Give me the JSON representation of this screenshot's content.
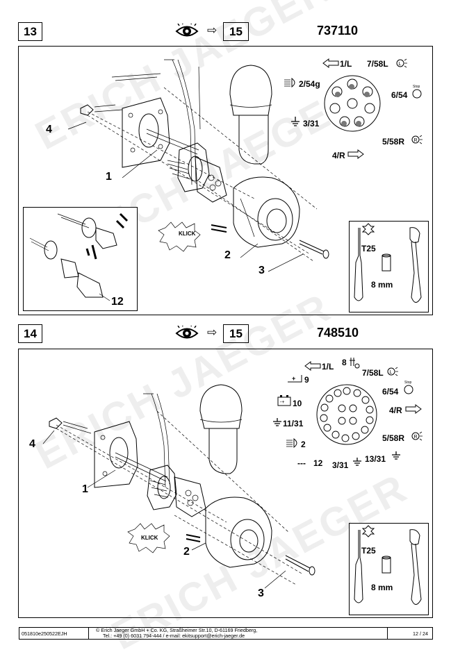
{
  "watermark": "ERICH JAEGER",
  "step13": {
    "number": "13",
    "arrow": "⇨",
    "next": "15",
    "part_number": "737110",
    "callouts": {
      "c1": "1",
      "c2": "2",
      "c3": "3",
      "c4": "4",
      "c12": "12"
    },
    "klick": "KLICK",
    "pins": {
      "p1": "1/L",
      "p2": "2/54g",
      "p3": "3/31",
      "p4": "4/R",
      "p5": "5/58R",
      "p6": "6/54",
      "p7": "7/58L"
    },
    "stop_label": "Stop",
    "tools": {
      "torx": "T25",
      "socket": "8 mm"
    }
  },
  "step14": {
    "number": "14",
    "arrow": "⇨",
    "next": "15",
    "part_number": "748510",
    "callouts": {
      "c1": "1",
      "c2": "2",
      "c3": "3",
      "c4": "4"
    },
    "klick": "KLICK",
    "pins": {
      "p1": "1/L",
      "p2": "2",
      "p3": "3/31",
      "p4": "4/R",
      "p5": "5/58R",
      "p6": "6/54",
      "p7": "7/58L",
      "p8": "8",
      "p9": "9",
      "p10": "10",
      "p11": "11/31",
      "p12": "12",
      "p13": "13/31",
      "p12_dash": "---"
    },
    "stop_label": "Stop",
    "tools": {
      "torx": "T25",
      "socket": "8 mm"
    }
  },
  "footer": {
    "doc_code": "051810e250522EJH",
    "company": "©  Erich Jaeger GmbH + Co. KG, Straßheimer Str.10, D-61169 Friedberg,",
    "contact": "Tel.: +49 (0) 6031 794-444 / e-mail: ekitsupport@erich-jaeger.de",
    "page": "12 / 24"
  }
}
